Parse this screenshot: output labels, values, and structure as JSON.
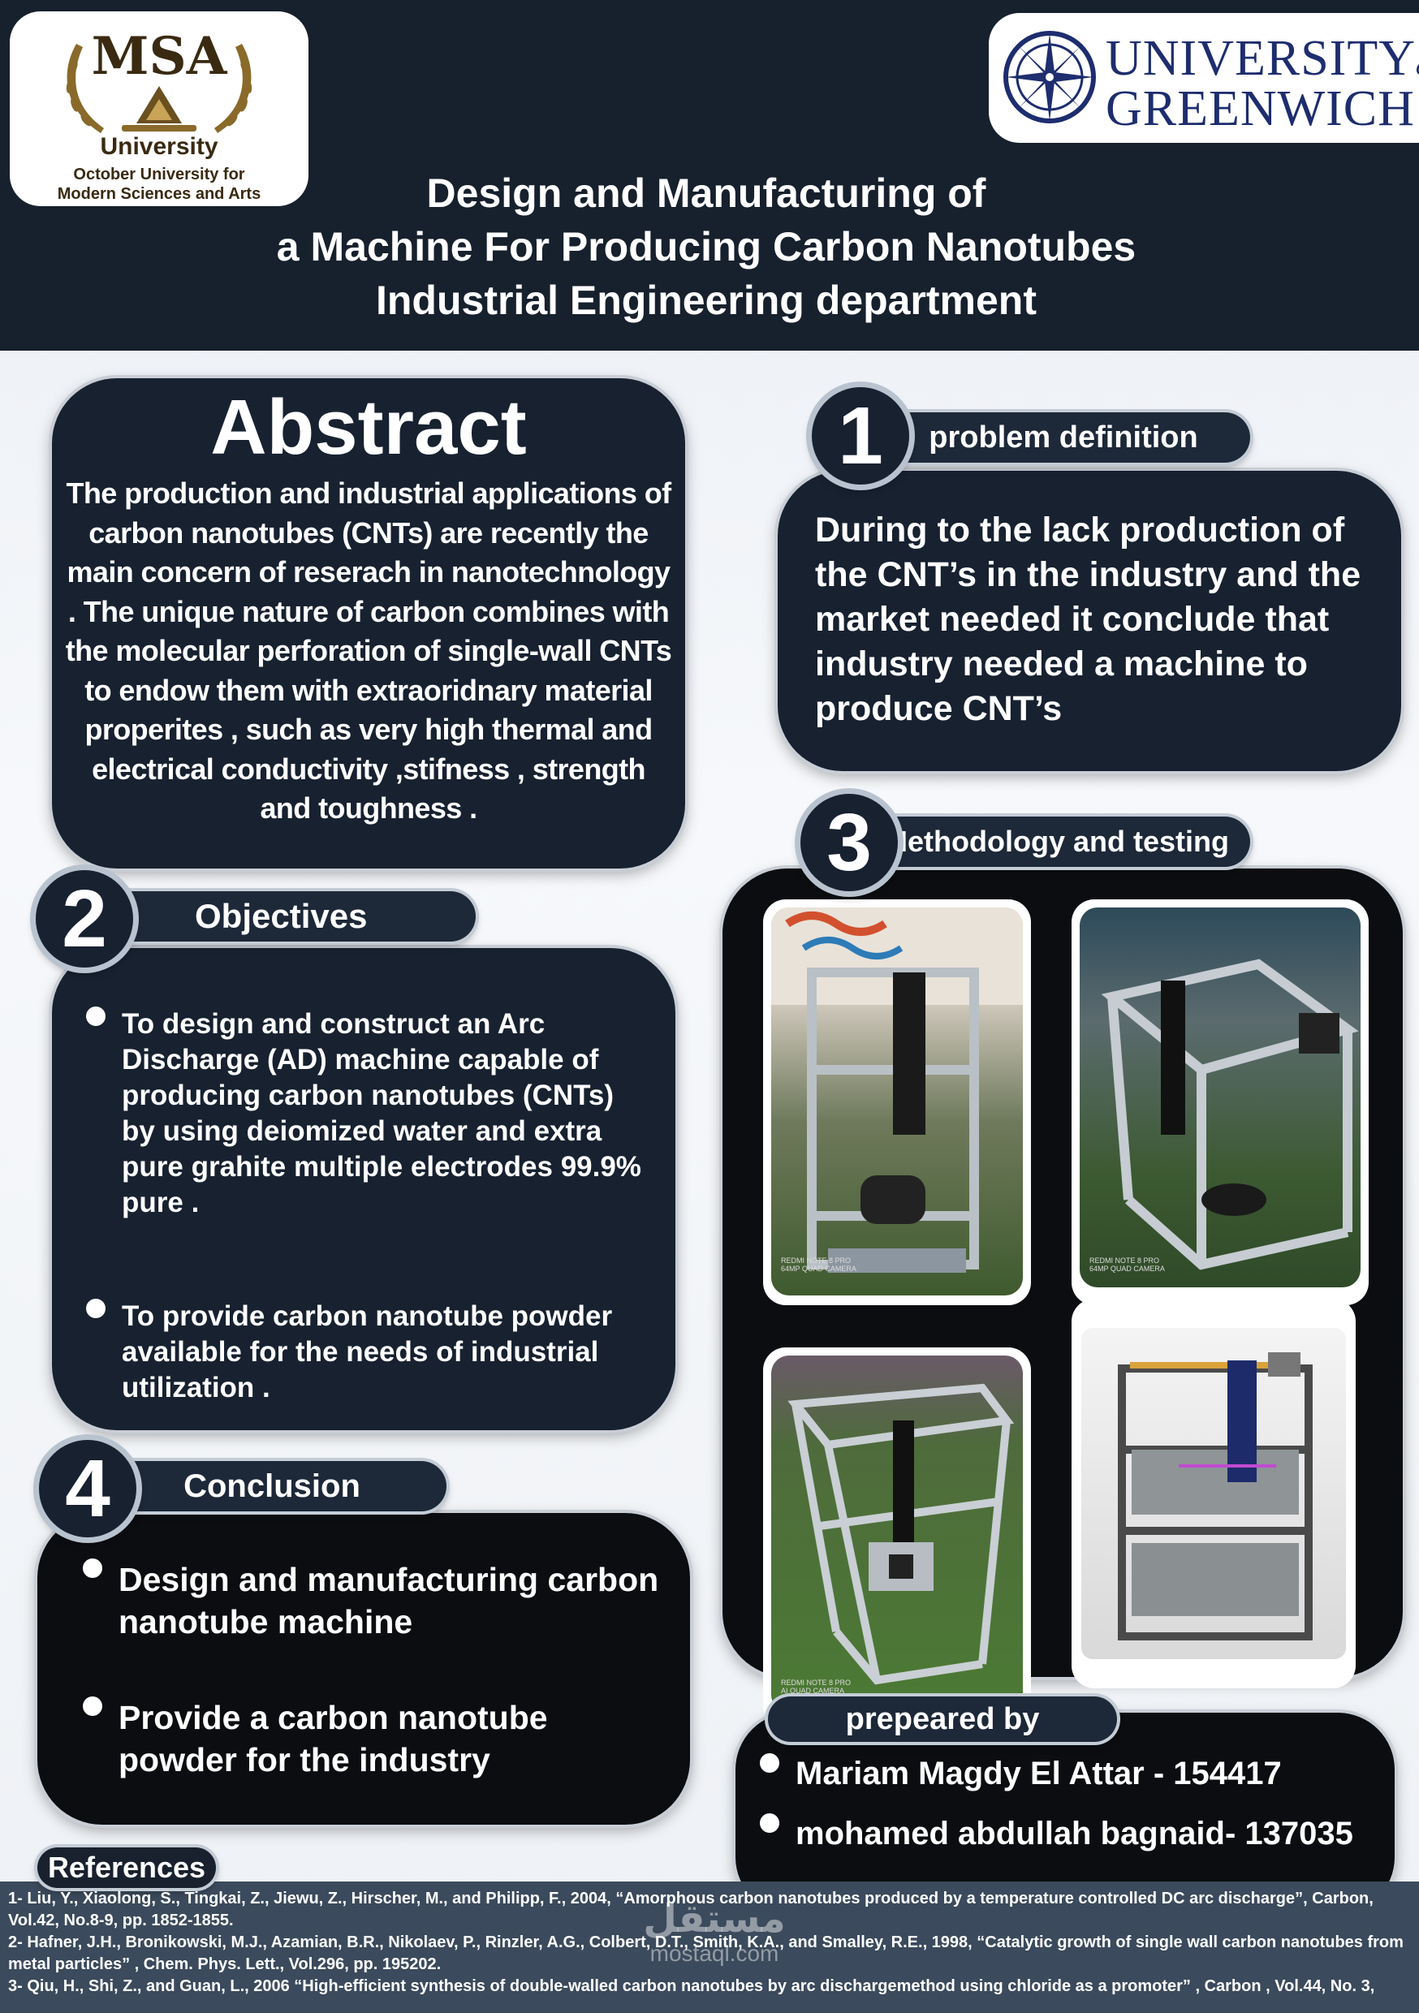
{
  "header": {
    "left_logo": {
      "name": "MSA",
      "line1": "University",
      "line2": "October University for",
      "line3": "Modern Sciences and Arts"
    },
    "right_logo": {
      "line1": "UNIVERSITY",
      "of": "of",
      "line2": "GREENWICH"
    },
    "title_lines": [
      "Design and Manufacturing of",
      "a Machine For Producing Carbon Nanotubes",
      "Industrial Engineering department"
    ]
  },
  "abstract": {
    "heading": "Abstract",
    "body": "The production and industrial applications of carbon nanotubes (CNTs) are recently the main concern of reserach in nanotechnology . The unique nature of carbon combines with the molecular perforation of single-wall CNTs to endow them with extraoridnary material properites , such as very high thermal and electrical conductivity ,stifness , strength and toughness ."
  },
  "section1": {
    "number": "1",
    "title": "problem definition",
    "body": "During to the lack production of the CNT’s in the industry and the market needed it conclude that industry needed a machine to produce CNT’s"
  },
  "section2": {
    "number": "2",
    "title": "Objectives",
    "items": [
      "To design and construct an Arc Discharge (AD) machine capable of producing carbon nanotubes (CNTs) by using deiomized water and extra pure grahite multiple electrodes 99.9% pure .",
      "To provide carbon nanotube powder available for the needs of industrial utilization ."
    ]
  },
  "section3": {
    "number": "3",
    "title": "Methodology and testing",
    "photo_captions": [
      "REDMI NOTE 8 PRO\n64MP QUAD CAMERA",
      "REDMI NOTE 8 PRO\n64MP QUAD CAMERA",
      "REDMI NOTE 8 PRO\nAI QUAD CAMERA"
    ]
  },
  "section4": {
    "number": "4",
    "title": "Conclusion",
    "items": [
      "Design and manufacturing carbon nanotube machine",
      "Provide a carbon nanotube powder for the industry"
    ]
  },
  "prepared": {
    "title": "prepeared by",
    "people": [
      "Mariam Magdy El Attar - 154417",
      "mohamed abdullah bagnaid- 137035"
    ]
  },
  "references": {
    "title": "References",
    "items": [
      "1- Liu, Y., Xiaolong, S., Tingkai, Z., Jiewu, Z., Hirscher, M., and Philipp, F., 2004,    “Amorphous carbon nanotubes produced by a temperature controlled DC arc discharge”, Carbon, Vol.42, No.8-9, pp. 1852-1855.",
      "2- Hafner, J.H., Bronikowski, M.J., Azamian, B.R., Nikolaev, P., Rinzler, A.G., Colbert, D.T., Smith, K.A., and Smalley, R.E., 1998, “Catalytic growth of single wall carbon nanotubes from metal particles” , Chem. Phys. Lett., Vol.296, pp. 195202.",
      "3- Qiu, H., Shi, Z., and Guan, L., 2006 “High-efficient synthesis of double-walled carbon nanotubes by arc dischargemethod using chloride as a promoter” , Carbon , Vol.44, No. 3,"
    ]
  },
  "watermark": {
    "arabic": "مستقل",
    "latin": "mostaql.com"
  },
  "colors": {
    "navy": "#172130",
    "black_panel": "#0b0d10",
    "greenwich_blue": "#1d2d6e",
    "msa_gold": "#8a6a2a"
  }
}
